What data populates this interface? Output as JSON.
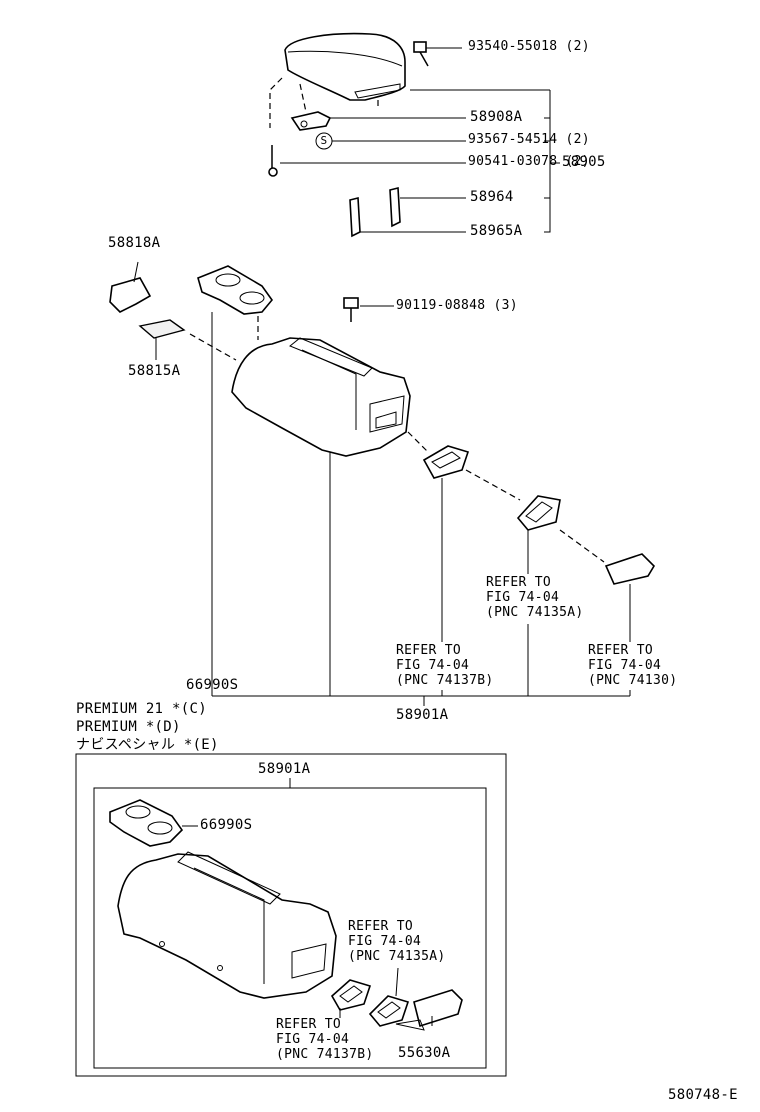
{
  "labels": {
    "l_93540": "93540-55018 (2)",
    "l_58908A": "58908A",
    "l_93567": "93567-54514 (2)",
    "l_90541": "90541-03078 (2)",
    "l_58905": "58905",
    "l_58964": "58964",
    "l_58965A": "58965A",
    "l_58818A": "58818A",
    "l_58815A": "58815A",
    "l_90119": "90119-08848 (3)",
    "l_ref_135a_1": "REFER TO",
    "l_ref_135a_2": "FIG 74-04",
    "l_ref_135a_3": "(PNC 74135A)",
    "l_ref_137b_1": "REFER TO",
    "l_ref_137b_2": "FIG 74-04",
    "l_ref_137b_3": "(PNC 74137B)",
    "l_ref_130_1": "REFER TO",
    "l_ref_130_2": "FIG 74-04",
    "l_ref_130_3": "(PNC 74130)",
    "l_66990S": "66990S",
    "l_58901A": "58901A",
    "l_premium21": "PREMIUM 21 *(C)",
    "l_premium": "PREMIUM *(D)",
    "l_navi": "ナビスペシャル *(E)",
    "box_58901A": "58901A",
    "box_66990S": "66990S",
    "box_ref_135a_1": "REFER TO",
    "box_ref_135a_2": "FIG 74-04",
    "box_ref_135a_3": "(PNC 74135A)",
    "box_ref_137b_1": "REFER TO",
    "box_ref_137b_2": "FIG 74-04",
    "box_ref_137b_3": "(PNC 74137B)",
    "box_55630A": "55630A",
    "fig_id": "580748-E",
    "s_marker": "S"
  }
}
